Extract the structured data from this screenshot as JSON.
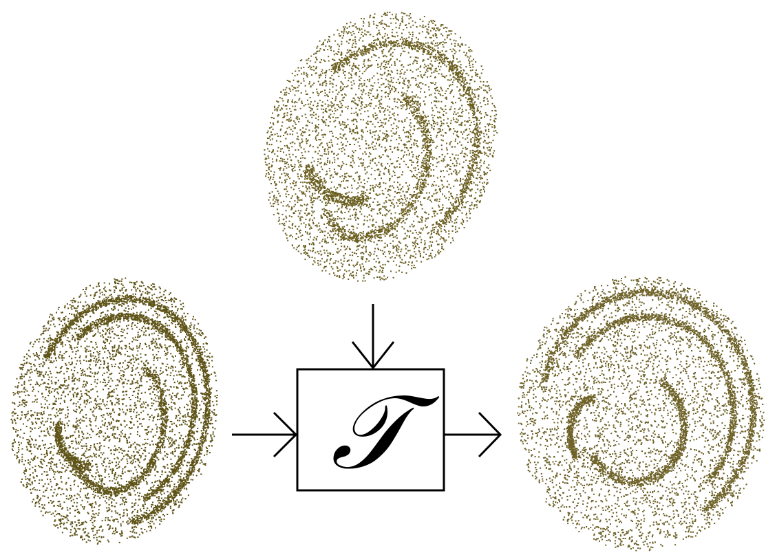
{
  "transform_box": {
    "symbol": "𝒯"
  },
  "point_clouds": [
    {
      "name": "target-ear-cloud",
      "color": "#6b5f20"
    },
    {
      "name": "source-ear-cloud",
      "color": "#5f5418"
    },
    {
      "name": "output-ear-cloud",
      "color": "#6e6228"
    }
  ],
  "colors": {
    "arrow": "#000000",
    "box_stroke": "#000000"
  }
}
